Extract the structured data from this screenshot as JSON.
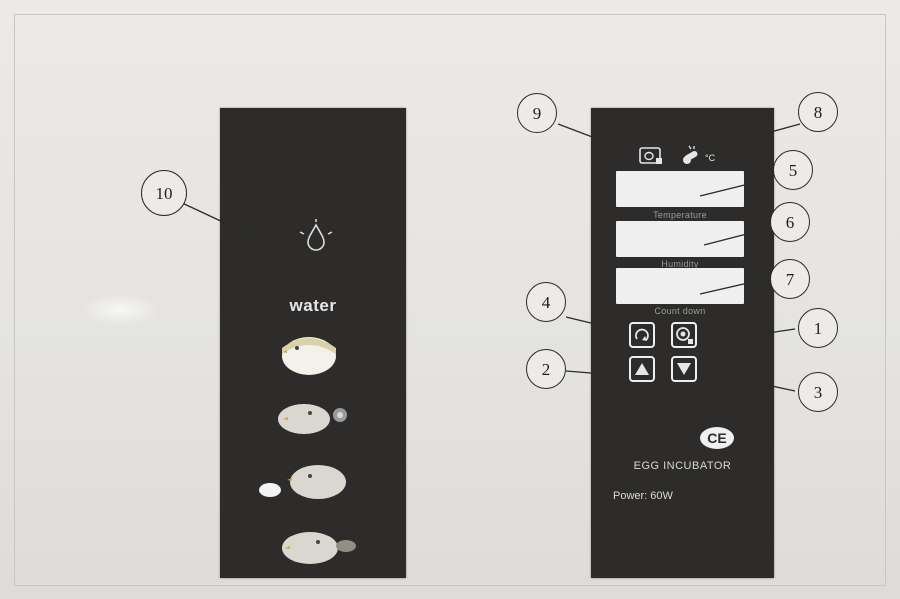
{
  "left_panel": {
    "water_label": "water",
    "chick_icons": [
      "chick-hatching-icon",
      "chick-fan-icon",
      "chick-egg-icon",
      "chick-spray-icon"
    ]
  },
  "right_panel": {
    "top_icons": [
      "egg-turn-icon",
      "temperature-icon"
    ],
    "temp_unit": "°C",
    "display_labels": {
      "temperature": "Temperature",
      "humidity": "Humidity",
      "countdown": "Count down"
    },
    "ce_mark": "CE",
    "brand": "EGG INCUBATOR",
    "power": "Power: 60W"
  },
  "callouts": [
    "10",
    "9",
    "8",
    "5",
    "6",
    "4",
    "7",
    "1",
    "2",
    "3"
  ],
  "colors": {
    "panel": "#2d2c2b",
    "paper": "#e6e5e1",
    "display": "#efefef"
  }
}
